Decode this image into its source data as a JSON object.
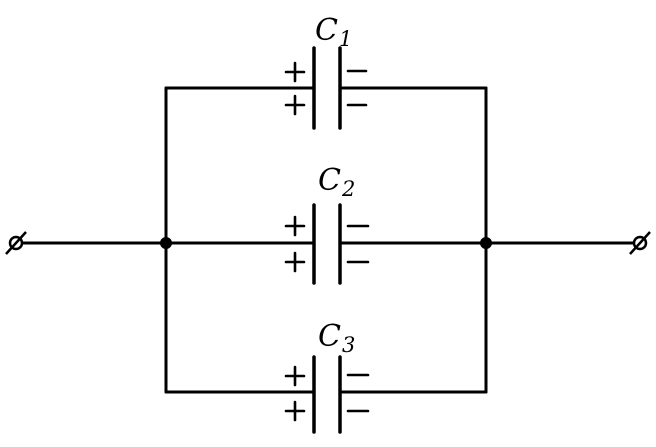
{
  "capacitors": [
    {
      "letter": "C",
      "subscript": "1"
    },
    {
      "letter": "C",
      "subscript": "2"
    },
    {
      "letter": "C",
      "subscript": "3"
    }
  ]
}
